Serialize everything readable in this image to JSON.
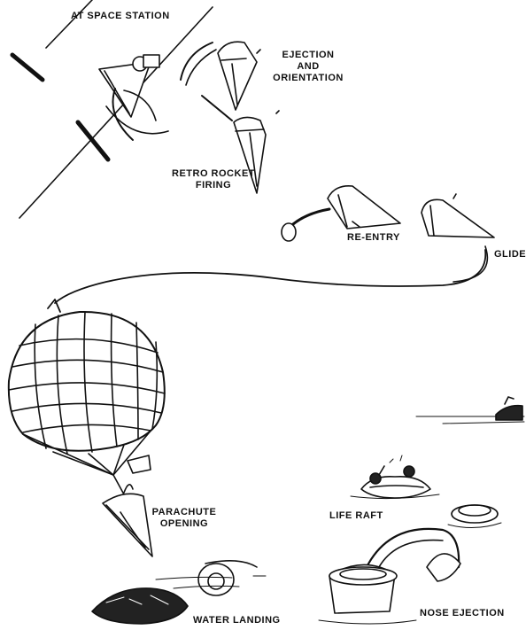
{
  "labels": {
    "at_space_station": "AT SPACE STATION",
    "ejection_and_orientation": [
      "EJECTION",
      "AND",
      "ORIENTATION"
    ],
    "retro_rocket_firing": [
      "RETRO ROCKET",
      "FIRING"
    ],
    "re_entry": "RE-ENTRY",
    "glide": "GLIDE",
    "parachute_opening": [
      "PARACHUTE",
      "OPENING"
    ],
    "life_raft": "LIFE RAFT",
    "nose_ejection": "NOSE EJECTION",
    "water_landing": "WATER LANDING"
  },
  "colors": {
    "ink": "#111111",
    "paper": "#ffffff"
  }
}
